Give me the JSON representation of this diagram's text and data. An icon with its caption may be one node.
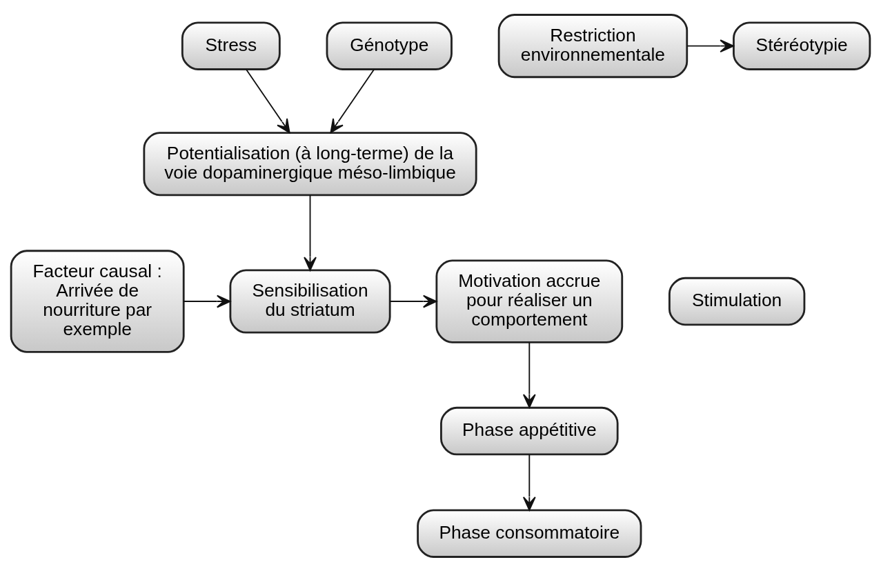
{
  "diagram": {
    "nodes": [
      {
        "text": [
          "Stress"
        ]
      },
      {
        "text": [
          "Génotype"
        ]
      },
      {
        "text": [
          "Potentialisation (à long-terme) de la voie dopaminergique méso-limbique"
        ]
      },
      {
        "text": [
          "Facteur causal : Arrivée de nourriture par exemple"
        ]
      },
      {
        "text": [
          "Stimulation"
        ]
      },
      {
        "text": [
          "Sensibilisation du striatum"
        ]
      },
      {
        "text": [
          "Motivation accrue pour réaliser un comportement"
        ]
      },
      {
        "text": [
          "Phase appétitive"
        ]
      },
      {
        "text": [
          "Restriction environnementale"
        ]
      },
      {
        "text": [
          "Stéréotypie"
        ]
      },
      {
        "text": [
          "Phase consommatoire"
        ]
      }
    ],
    "edges": [
      {
        "from": 0,
        "to": 2,
        "arrow": "to"
      },
      {
        "from": 1,
        "to": 2,
        "arrow": "to"
      },
      {
        "from": 2,
        "to": 5,
        "arrow": "to"
      },
      {
        "from": 3,
        "to": 5,
        "arrow": "to"
      },
      {
        "from": 5,
        "to": 6,
        "arrow": "to"
      },
      {
        "from": 6,
        "to": 7,
        "arrow": "to"
      },
      {
        "from": 7,
        "to": 10,
        "arrow": "to"
      },
      {
        "from": 8,
        "to": 9,
        "arrow": "to"
      }
    ]
  }
}
